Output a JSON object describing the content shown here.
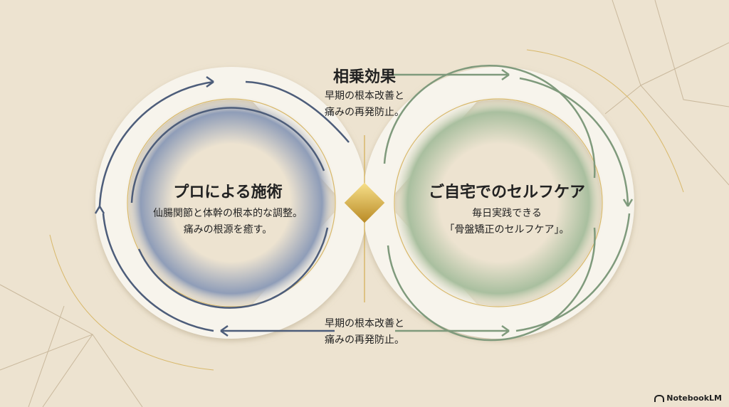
{
  "center": {
    "title": "相乗効果",
    "top_lines": [
      "早期の根本改善と",
      "痛みの再発防止。"
    ],
    "bottom_lines": [
      "早期の根本改善と",
      "痛みの再発防止。"
    ]
  },
  "left": {
    "title": "プロによる施術",
    "lines": [
      "仙腸関節と体幹の根本的な調整。",
      "痛みの根源を癒す。"
    ]
  },
  "right": {
    "title": "ご自宅でのセルフケア",
    "lines": [
      "毎日実践できる",
      "「骨盤矯正のセルフケア」。"
    ]
  },
  "logo": "NotebookLM",
  "colors": {
    "background": "#ede3d0",
    "blue": "#4d5d7a",
    "green": "#7f9a7c",
    "gold": "#d4a93c"
  }
}
